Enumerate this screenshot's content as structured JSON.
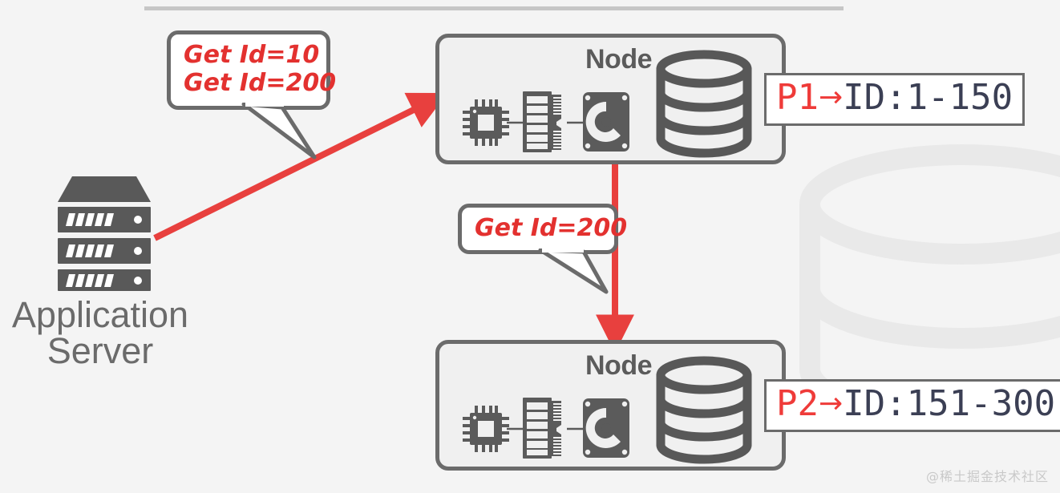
{
  "diagram": {
    "title": "Database sharding request routing",
    "background_color": "#f4f4f4",
    "accent_red": "#e3312f",
    "outline_gray": "#6b6b6b",
    "navy": "#3b3f54"
  },
  "top_rule": {
    "present": true
  },
  "app_server": {
    "icon": "server-rack-icon",
    "label_line1": "Application",
    "label_line2": "Server"
  },
  "bubbles": [
    {
      "id": "bubble-1",
      "lines": [
        "Get Id=10",
        "Get Id=200"
      ],
      "tail": "down-right"
    },
    {
      "id": "bubble-2",
      "lines": [
        "Get Id=200"
      ],
      "tail": "down-right"
    }
  ],
  "nodes": [
    {
      "id": "node-1",
      "title": "Node",
      "hardware_icons": [
        "cpu-chip-icon",
        "ram-stick-icon",
        "hard-disk-icon"
      ],
      "database_icon": "database-cylinder-icon",
      "label": {
        "partition": "P1",
        "arrow": "→",
        "range": "ID:1-150"
      }
    },
    {
      "id": "node-2",
      "title": "Node",
      "hardware_icons": [
        "cpu-chip-icon",
        "ram-stick-icon",
        "hard-disk-icon"
      ],
      "database_icon": "database-cylinder-icon",
      "label": {
        "partition": "P2",
        "arrow": "→",
        "range": "ID:151-300"
      }
    }
  ],
  "arrows": [
    {
      "name": "server-to-node1-arrow",
      "from": "application-server",
      "to": "node-1",
      "color": "#e8403e"
    },
    {
      "name": "node1-to-node2-arrow",
      "from": "node-1",
      "to": "node-2",
      "color": "#e8403e"
    }
  ],
  "watermark": {
    "text": "@稀土掘金技术社区"
  }
}
